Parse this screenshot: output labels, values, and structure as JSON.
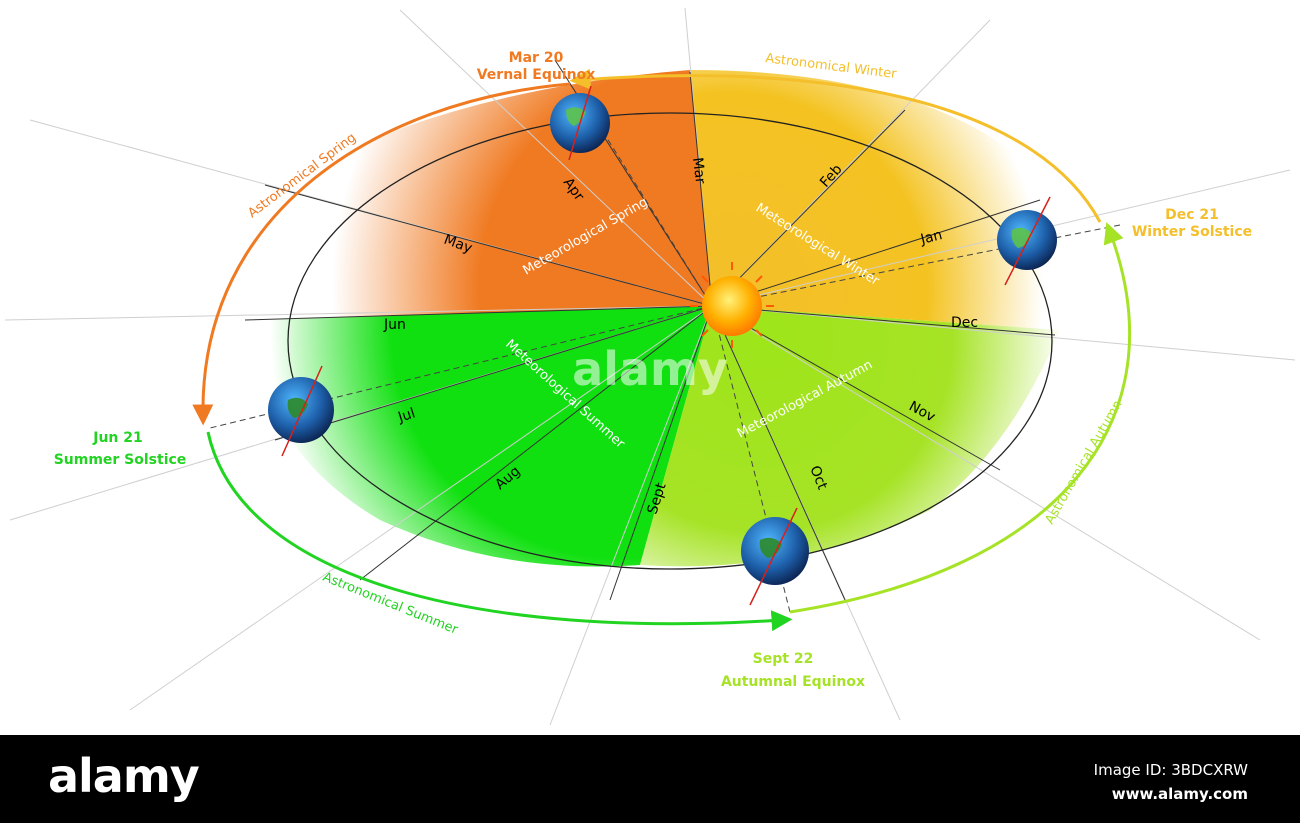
{
  "colors": {
    "spring": "#f07a22",
    "summer": "#22d422",
    "autumn": "#a6e326",
    "winter": "#f4bf2a",
    "month_label": "#000000",
    "sun": "#ffa000"
  },
  "months": [
    "Jan",
    "Feb",
    "Mar",
    "Apr",
    "May",
    "Jun",
    "Jul",
    "Aug",
    "Sept",
    "Oct",
    "Nov",
    "Dec"
  ],
  "meteorological": {
    "spring": "Meteorological Spring",
    "summer": "Meteorological Summer",
    "autumn": "Meteorological Autumn",
    "winter": "Meteorological Winter"
  },
  "astronomical": {
    "spring": "Astronomical Spring",
    "summer": "Astronomical Summer",
    "autumn": "Astronomical Autumn",
    "winter": "Astronomical Winter"
  },
  "events": {
    "vernal": {
      "date": "Mar 20",
      "name": "Vernal Equinox"
    },
    "summer": {
      "date": "Jun 21",
      "name": "Summer Solstice"
    },
    "autumnal": {
      "date": "Sept 22",
      "name": "Autumnal Equinox"
    },
    "winter": {
      "date": "Dec 21",
      "name": "Winter Solstice"
    }
  },
  "watermark": "alamy",
  "footer": {
    "logo": "alamy",
    "image_id": "Image ID: 3BDCXRW",
    "site": "www.alamy.com"
  }
}
